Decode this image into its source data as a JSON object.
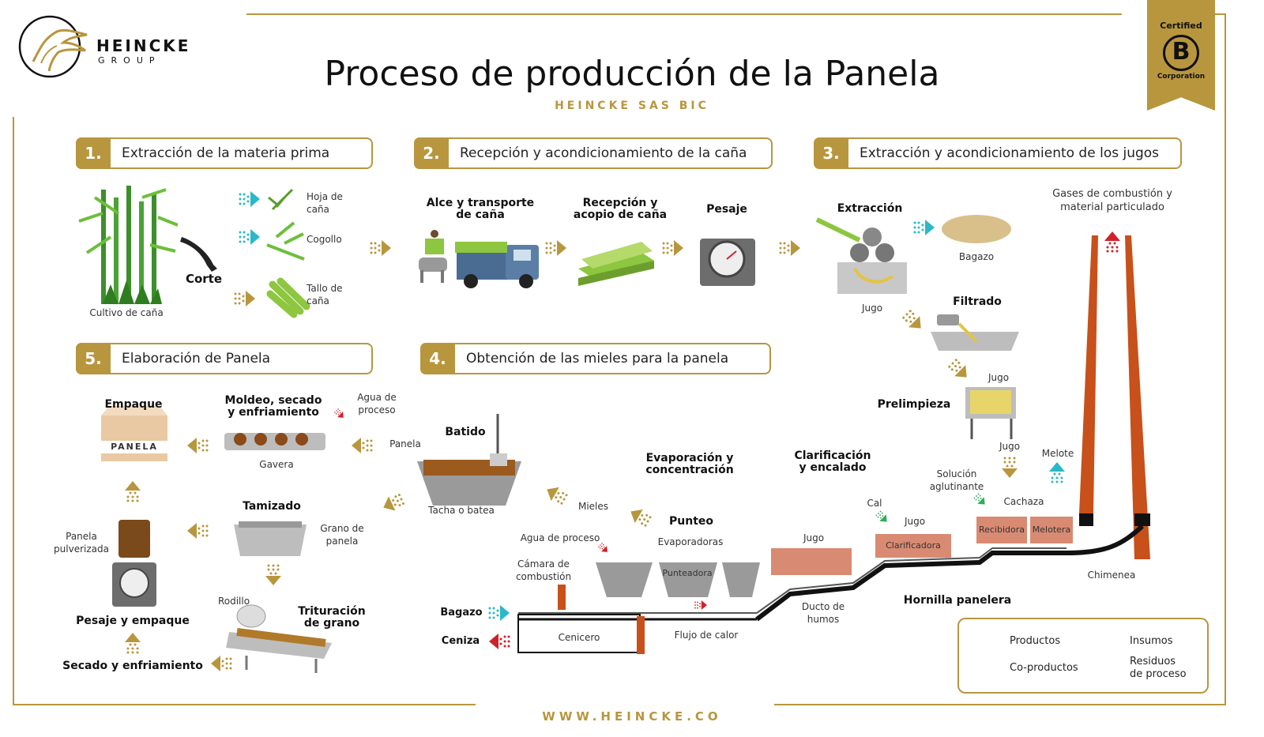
{
  "header": {
    "title": "Proceso de producción de la Panela",
    "subtitle": "HEINCKE SAS BIC",
    "logo_name": "HEINCKE",
    "logo_sub": "GROUP",
    "cert_line1": "Certified",
    "cert_letter": "B",
    "cert_line2": "Corporation",
    "footer": "WWW.HEINCKE.CO"
  },
  "steps": [
    {
      "num": "1.",
      "label": "Extracción de la materia prima"
    },
    {
      "num": "2.",
      "label": "Recepción y acondicionamiento de la caña"
    },
    {
      "num": "3.",
      "label": "Extracción y acondicionamiento de los jugos"
    },
    {
      "num": "4.",
      "label": "Obtención de las mieles para la panela"
    },
    {
      "num": "5.",
      "label": "Elaboración de Panela"
    }
  ],
  "labels": {
    "cultivo": "Cultivo de caña",
    "corte": "Corte",
    "hoja": "Hoja de\ncaña",
    "cogollo": "Cogollo",
    "tallo": "Tallo de\ncaña",
    "alce": "Alce y transporte\nde caña",
    "recepcion": "Recepción y\nacopio de caña",
    "pesaje": "Pesaje",
    "extraccion": "Extracción",
    "bagazo": "Bagazo",
    "jugo1": "Jugo",
    "filtrado": "Filtrado",
    "jugo2": "Jugo",
    "prelimpieza": "Prelimpieza",
    "jugo3": "Jugo",
    "gases": "Gases de combustión y\nmaterial particulado",
    "melote_top": "Melote",
    "solucion": "Solución\naglutinante",
    "cachaza": "Cachaza",
    "cal": "Cal",
    "jugo4": "Jugo",
    "clarificacion": "Clarificación\ny encalado",
    "recibidora": "Recibidora",
    "melotera": "Melotera",
    "clarificadora": "Clarificadora",
    "jugo5": "Jugo",
    "chimenea": "Chimenea",
    "hornilla": "Hornilla panelera",
    "evaporacion": "Evaporación y\nconcentración",
    "punteo": "Punteo",
    "evaporadoras": "Evaporadoras",
    "punteadora": "Punteadora",
    "mieles": "Mieles",
    "agua_proceso2": "Agua de proceso",
    "camara": "Cámara de\ncombustión",
    "bagazo2": "Bagazo",
    "ceniza": "Ceniza",
    "cenicero": "Cenicero",
    "flujo": "Flujo de calor",
    "ducto": "Ducto de\nhumos",
    "batido": "Batido",
    "tacha": "Tacha o batea",
    "moldeo": "Moldeo, secado\ny enfriamiento",
    "agua_proceso1": "Agua de\nproceso",
    "panela_lbl": "Panela",
    "gavera": "Gavera",
    "empaque": "Empaque",
    "panela_box": "PANELA",
    "tamizado": "Tamizado",
    "grano": "Grano de\npanela",
    "panela_pulv": "Panela\npulverizada",
    "pesaje_empaque": "Pesaje y empaque",
    "rodillo": "Rodillo",
    "trituracion": "Trituración\nde grano",
    "secado": "Secado y enfriamiento"
  },
  "legend": [
    {
      "label": "Productos",
      "color": "#b8963e"
    },
    {
      "label": "Insumos",
      "color": "#2fae5a"
    },
    {
      "label": "Co-productos",
      "color": "#2bb8c8"
    },
    {
      "label": "Residuos\nde proceso",
      "color": "#d0212b"
    }
  ],
  "colors": {
    "gold": "#b8963e",
    "green": "#2fae5a",
    "cyan": "#2bb8c8",
    "red": "#d0212b",
    "chimney": "#c8501a"
  }
}
